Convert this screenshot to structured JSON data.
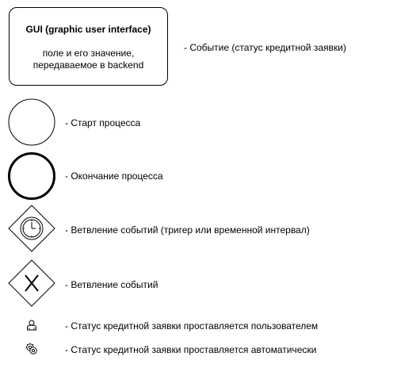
{
  "legend": {
    "gui_box": {
      "title": "GUI (graphic user interface)",
      "line1": "поле и его значение,",
      "line2": "передаваемое в backend"
    },
    "event_label": "- Событие (статус кредитной заявки)",
    "start_label": "- Старт процесса",
    "end_label": "- Окончание процесса",
    "timer_gateway_label": "- Ветвление событий (тригер или временной интервал)",
    "exclusive_gateway_label": "- Ветвление событий",
    "user_task_label": "- Статус кредитной заявки проставляется пользователем",
    "service_task_label": "- Статус кредитной заявки проставляется автоматически"
  },
  "icons": {
    "start": "start-event-circle-icon",
    "end": "end-event-circle-icon",
    "timer_gateway": "timer-gateway-icon",
    "exclusive_gateway": "exclusive-gateway-x-icon",
    "user_task": "user-icon",
    "service_task": "gear-icon"
  }
}
